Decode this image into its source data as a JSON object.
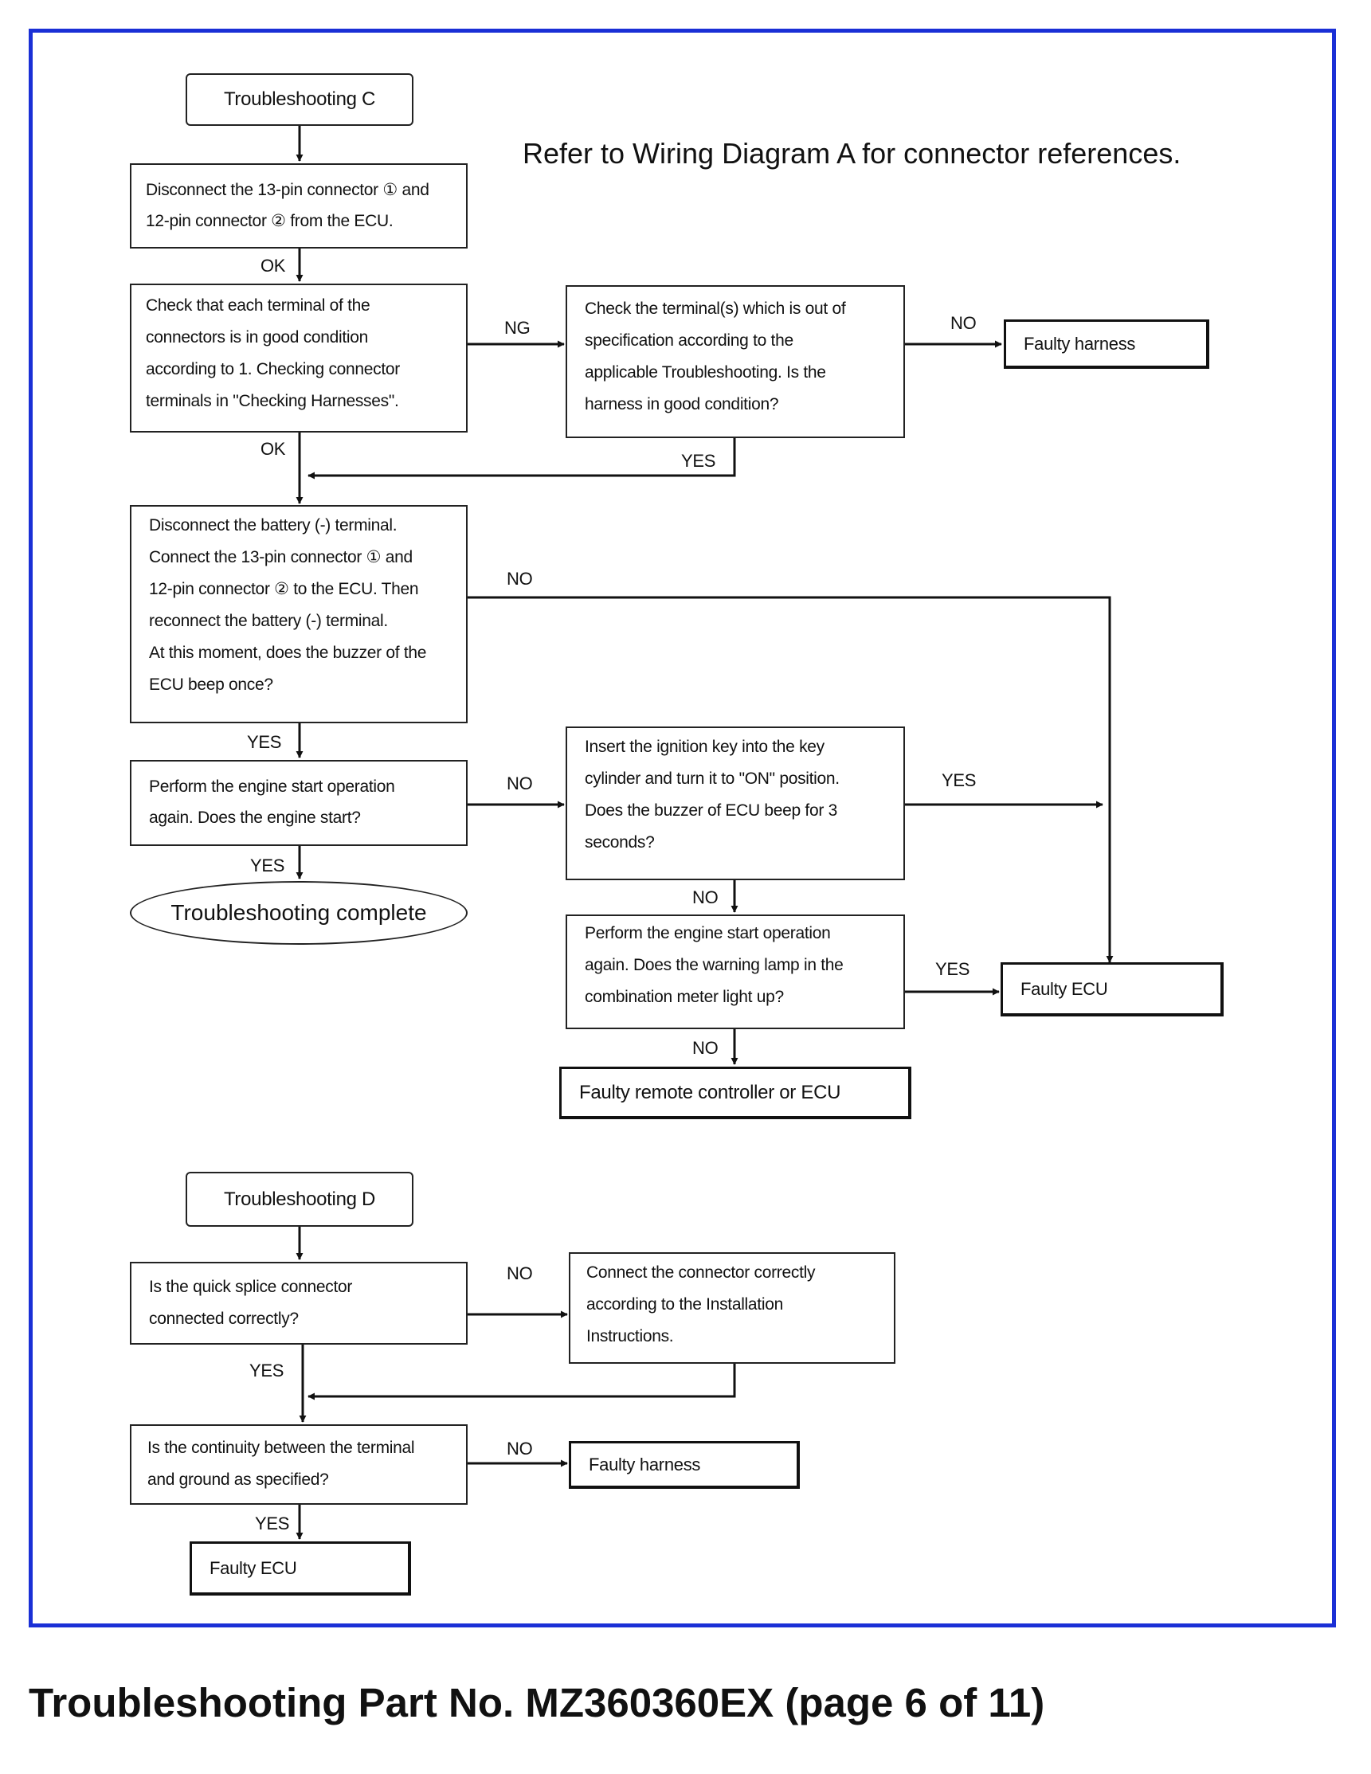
{
  "note": "Refer to Wiring Diagram A for connector references.",
  "footer": "Troubleshooting Part No. MZ360360EX (page 6 of 11)",
  "flow_c": {
    "title": "Troubleshooting C",
    "step1": "Disconnect the 13-pin connector ① and\n12-pin connector ② from the ECU.",
    "step2": "Check that each terminal of the\nconnectors is in good condition\naccording to 1. Checking connector\nterminals in \"Checking Harnesses\".",
    "step2_ng": "Check the terminal(s) which is out of\nspecification according to the\napplicable Troubleshooting. Is the\nharness in good condition?",
    "faulty_harness": "Faulty harness",
    "step3": "Disconnect the battery (-) terminal.\nConnect the 13-pin connector ① and\n12-pin connector ② to the ECU. Then\nreconnect the battery (-) terminal.\nAt this moment, does the buzzer of the\nECU beep once?",
    "step4": "Perform the engine start operation\nagain. Does the engine start?",
    "complete": "Troubleshooting complete",
    "step5": "Insert the ignition key into the key\ncylinder and turn it to \"ON\" position.\nDoes the buzzer of ECU beep for 3\nseconds?",
    "step6": "Perform the engine start operation\nagain. Does the warning lamp in the\ncombination meter light up?",
    "faulty_ecu": "Faulty ECU",
    "faulty_remote": "Faulty remote controller or ECU",
    "labels": {
      "ok1": "OK",
      "ok2": "OK",
      "ng": "NG",
      "no_harness": "NO",
      "yes_back": "YES",
      "no_beep": "NO",
      "yes_start": "YES",
      "no_start": "NO",
      "yes_complete": "YES",
      "yes_beep3": "YES",
      "no_beep3": "NO",
      "yes_lamp": "YES",
      "no_lamp": "NO"
    }
  },
  "flow_d": {
    "title": "Troubleshooting D",
    "step1": "Is the quick splice connector\nconnected correctly?",
    "step1_no": "Connect the connector correctly\naccording to the Installation\nInstructions.",
    "step2": "Is the continuity between the terminal\nand ground as specified?",
    "faulty_harness": "Faulty harness",
    "faulty_ecu": "Faulty ECU",
    "labels": {
      "no1": "NO",
      "yes1": "YES",
      "no2": "NO",
      "yes2": "YES"
    }
  }
}
